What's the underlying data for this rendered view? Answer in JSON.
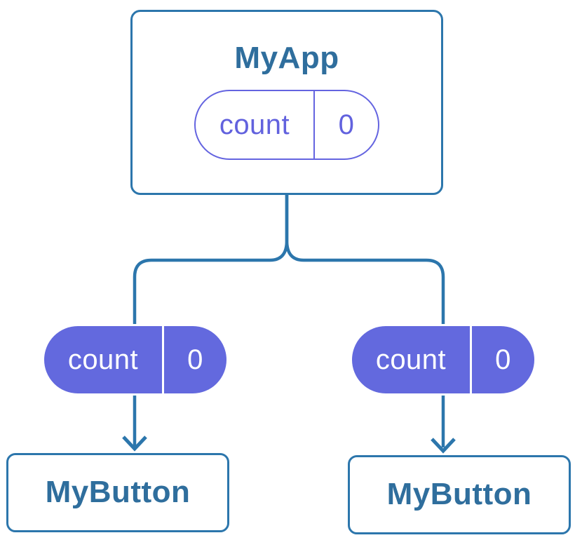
{
  "colors": {
    "line_blue": "#2C76AC",
    "title_text_blue": "#2F6E9D",
    "pill_indigo_fill": "#6369DE",
    "pill_indigo_outline": "#6464E0",
    "pill_light_text": "#FFFFFF",
    "card_background": "#FFFFFF"
  },
  "root": {
    "title": "MyApp",
    "state_pill": {
      "label": "count",
      "value": "0"
    }
  },
  "children": [
    {
      "title": "MyButton",
      "prop_pill": {
        "label": "count",
        "value": "0"
      }
    },
    {
      "title": "MyButton",
      "prop_pill": {
        "label": "count",
        "value": "0"
      }
    }
  ]
}
